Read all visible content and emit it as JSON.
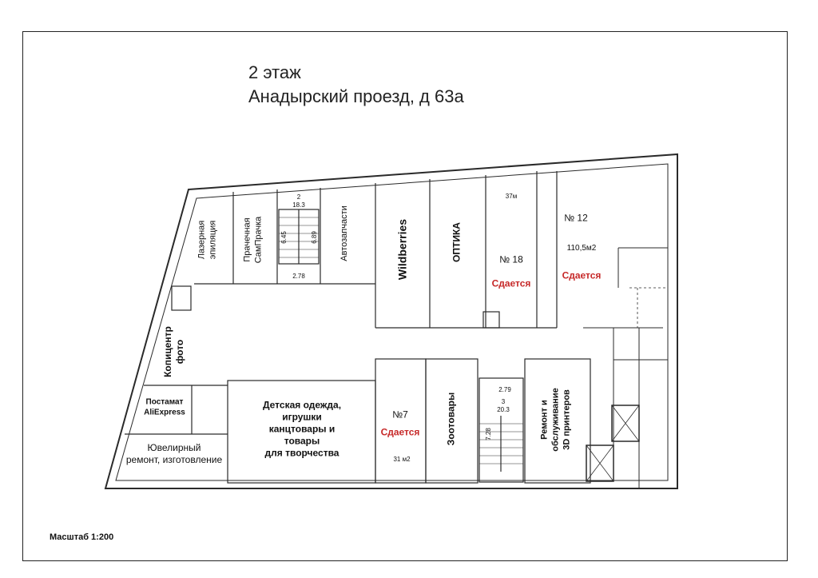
{
  "title": {
    "floor": "2 этаж",
    "address": "Анадырский проезд, д 63а"
  },
  "scale": "Масштаб 1:200",
  "rooms": {
    "laser": "Лазерная\nэпиляция",
    "laundry": "Прачечная\nСамПрачка",
    "stairs2_num": "2",
    "stairs2_area": "18.3",
    "stairs2_dim1": "6.45",
    "stairs2_dim2": "6.89",
    "stairs2_dim3": "2.78",
    "autoparts": "Автозапчасти",
    "wildberries": "Wildberries",
    "optika": "ОПТИКА",
    "r18_area": "37м",
    "r18_num": "№ 18",
    "r18_status": "Сдается",
    "r12_num": "№ 12",
    "r12_area": "110,5м2",
    "r12_status": "Сдается",
    "copycenter": "Копицентр\nфото",
    "postamat": "Постамат\nAliExpress",
    "jeweler": "Ювелирный\nремонт, изготовление",
    "kids": "Детская одежда,\nигрушки\nканцтовары и\nтовары\nдля творчества",
    "r7_num": "№7",
    "r7_status": "Сдается",
    "r7_area": "31 м2",
    "zoo": "Зоотовары",
    "stairs3_dim1": "2.79",
    "stairs3_num": "3",
    "stairs3_area": "20.3",
    "stairs3_dim2": "7.28",
    "repair": "Ремонт и\nобслуживание\n3D принтеров"
  },
  "colors": {
    "walls": "#2a2a2a",
    "status": "#c62828"
  }
}
